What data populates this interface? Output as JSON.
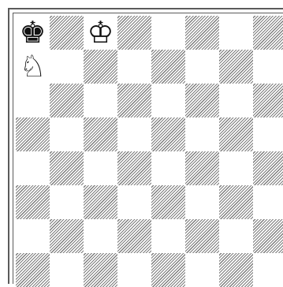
{
  "board": {
    "files": 8,
    "ranks_visible": 8,
    "colors": {
      "frame": "#5a5a5a",
      "hatch": "#7c7c7c",
      "light_square": "#ffffff"
    },
    "pieces": [
      {
        "name": "black-king",
        "glyph": "♚",
        "row": 0,
        "col": 0
      },
      {
        "name": "white-king",
        "glyph": "♔",
        "row": 0,
        "col": 2
      },
      {
        "name": "white-knight",
        "glyph": "♘",
        "row": 1,
        "col": 0
      }
    ]
  }
}
